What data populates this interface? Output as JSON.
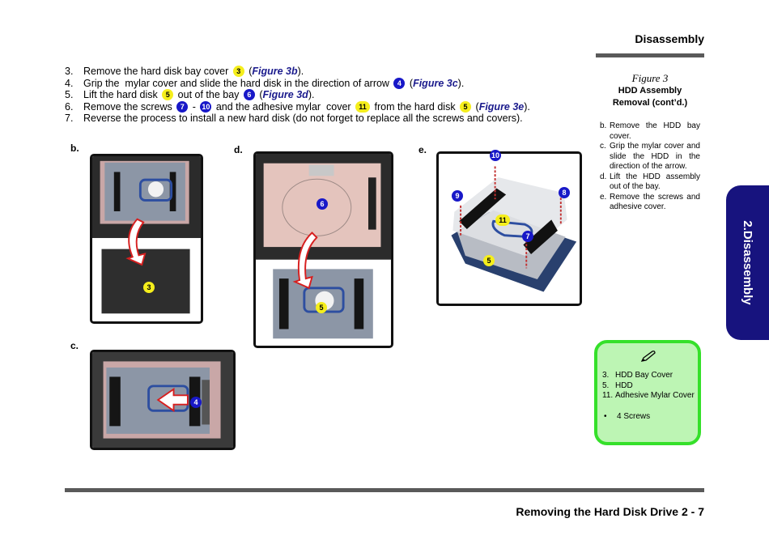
{
  "header": {
    "section_title": "Disassembly"
  },
  "steps": [
    {
      "num": "3.",
      "parts": [
        {
          "t": "text",
          "v": "Remove the hard disk bay cover "
        },
        {
          "t": "badge",
          "color": "yellow",
          "v": "3"
        },
        {
          "t": "text",
          "v": " ("
        },
        {
          "t": "ref",
          "v": "Figure 3b"
        },
        {
          "t": "text",
          "v": ")."
        }
      ]
    },
    {
      "num": "4.",
      "parts": [
        {
          "t": "text",
          "v": "Grip the  mylar cover and slide the hard disk in the direction of arrow "
        },
        {
          "t": "badge",
          "color": "blue",
          "v": "4"
        },
        {
          "t": "text",
          "v": " ("
        },
        {
          "t": "ref",
          "v": "Figure 3c"
        },
        {
          "t": "text",
          "v": ")."
        }
      ]
    },
    {
      "num": "5.",
      "parts": [
        {
          "t": "text",
          "v": "Lift the hard disk "
        },
        {
          "t": "badge",
          "color": "yellow",
          "v": "5"
        },
        {
          "t": "text",
          "v": " out of the bay "
        },
        {
          "t": "badge",
          "color": "blue",
          "v": "6"
        },
        {
          "t": "text",
          "v": " ("
        },
        {
          "t": "ref",
          "v": "Figure 3d"
        },
        {
          "t": "text",
          "v": ")."
        }
      ]
    },
    {
      "num": "6.",
      "parts": [
        {
          "t": "text",
          "v": "Remove the screws "
        },
        {
          "t": "badge",
          "color": "blue",
          "v": "7"
        },
        {
          "t": "text",
          "v": " - "
        },
        {
          "t": "badge",
          "color": "blue",
          "v": "10"
        },
        {
          "t": "text",
          "v": " and the adhesive mylar  cover "
        },
        {
          "t": "badge",
          "color": "yellow",
          "v": "11"
        },
        {
          "t": "text",
          "v": " from the hard disk "
        },
        {
          "t": "badge",
          "color": "yellow",
          "v": "5"
        },
        {
          "t": "text",
          "v": " ("
        },
        {
          "t": "ref",
          "v": "Figure 3e"
        },
        {
          "t": "text",
          "v": ")."
        }
      ]
    },
    {
      "num": "7.",
      "parts": [
        {
          "t": "text",
          "v": "Reverse the process to install a new hard disk (do not forget to replace all the screws and covers)."
        }
      ]
    }
  ],
  "figures": {
    "b": {
      "label": "b.",
      "callouts": [
        "3"
      ]
    },
    "c": {
      "label": "c.",
      "callouts": [
        "4"
      ]
    },
    "d": {
      "label": "d.",
      "callouts": [
        "6",
        "5"
      ]
    },
    "e": {
      "label": "e.",
      "callouts": [
        "10",
        "9",
        "8",
        "11",
        "7",
        "5"
      ]
    }
  },
  "side_figure": {
    "name": "Figure 3",
    "title_line1": "HDD Assembly",
    "title_line2": "Removal (cont’d.)",
    "items": [
      {
        "letter": "b.",
        "text": "Remove the HDD bay cover."
      },
      {
        "letter": "c.",
        "text": "Grip the mylar cover and slide the HDD in the direction of the arrow."
      },
      {
        "letter": "d.",
        "text": "Lift the HDD assembly out of the bay."
      },
      {
        "letter": "e.",
        "text": "Remove the screws and adhesive cover."
      }
    ]
  },
  "side_tab": {
    "label": "2.Disassembly"
  },
  "note_box": {
    "icon": "pen-icon",
    "items": [
      {
        "n": "3.",
        "text": "HDD Bay Cover"
      },
      {
        "n": "5.",
        "text": "HDD"
      },
      {
        "n": "11.",
        "text": "Adhesive Mylar Cover"
      }
    ],
    "bullet": {
      "n": "•",
      "text": "4 Screws"
    }
  },
  "footer": {
    "text": "Removing the Hard Disk Drive  2  -  7"
  },
  "colors": {
    "badge_yellow": "#f5ee1c",
    "badge_blue": "#1818c8",
    "figure_ref": "#1a1a8c",
    "side_tab": "#17137e",
    "note_fill": "#bdf5b4",
    "note_border": "#35e02a",
    "rule": "#5a5a5a"
  }
}
